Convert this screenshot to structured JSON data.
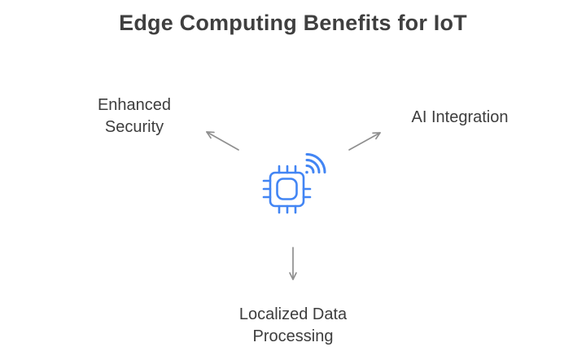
{
  "title": "Edge Computing Benefits for IoT",
  "center_icon": {
    "name": "iot-chip-wifi-icon",
    "description": "microchip with wireless signal"
  },
  "benefits": [
    {
      "id": "enhanced-security",
      "label": "Enhanced Security",
      "position": "top-left"
    },
    {
      "id": "ai-integration",
      "label": "AI Integration",
      "position": "top-right"
    },
    {
      "id": "localized-data-processing",
      "label": "Localized Data Processing",
      "position": "bottom"
    }
  ],
  "arrows": [
    {
      "from": "center",
      "to": "enhanced-security"
    },
    {
      "from": "center",
      "to": "ai-integration"
    },
    {
      "from": "center",
      "to": "localized-data-processing"
    }
  ],
  "colors": {
    "background": "#ffffff",
    "title_text": "#3f3f3f",
    "label_text": "#3d3d3d",
    "arrow": "#8f8f8f",
    "icon_blue": "#4285f4"
  }
}
